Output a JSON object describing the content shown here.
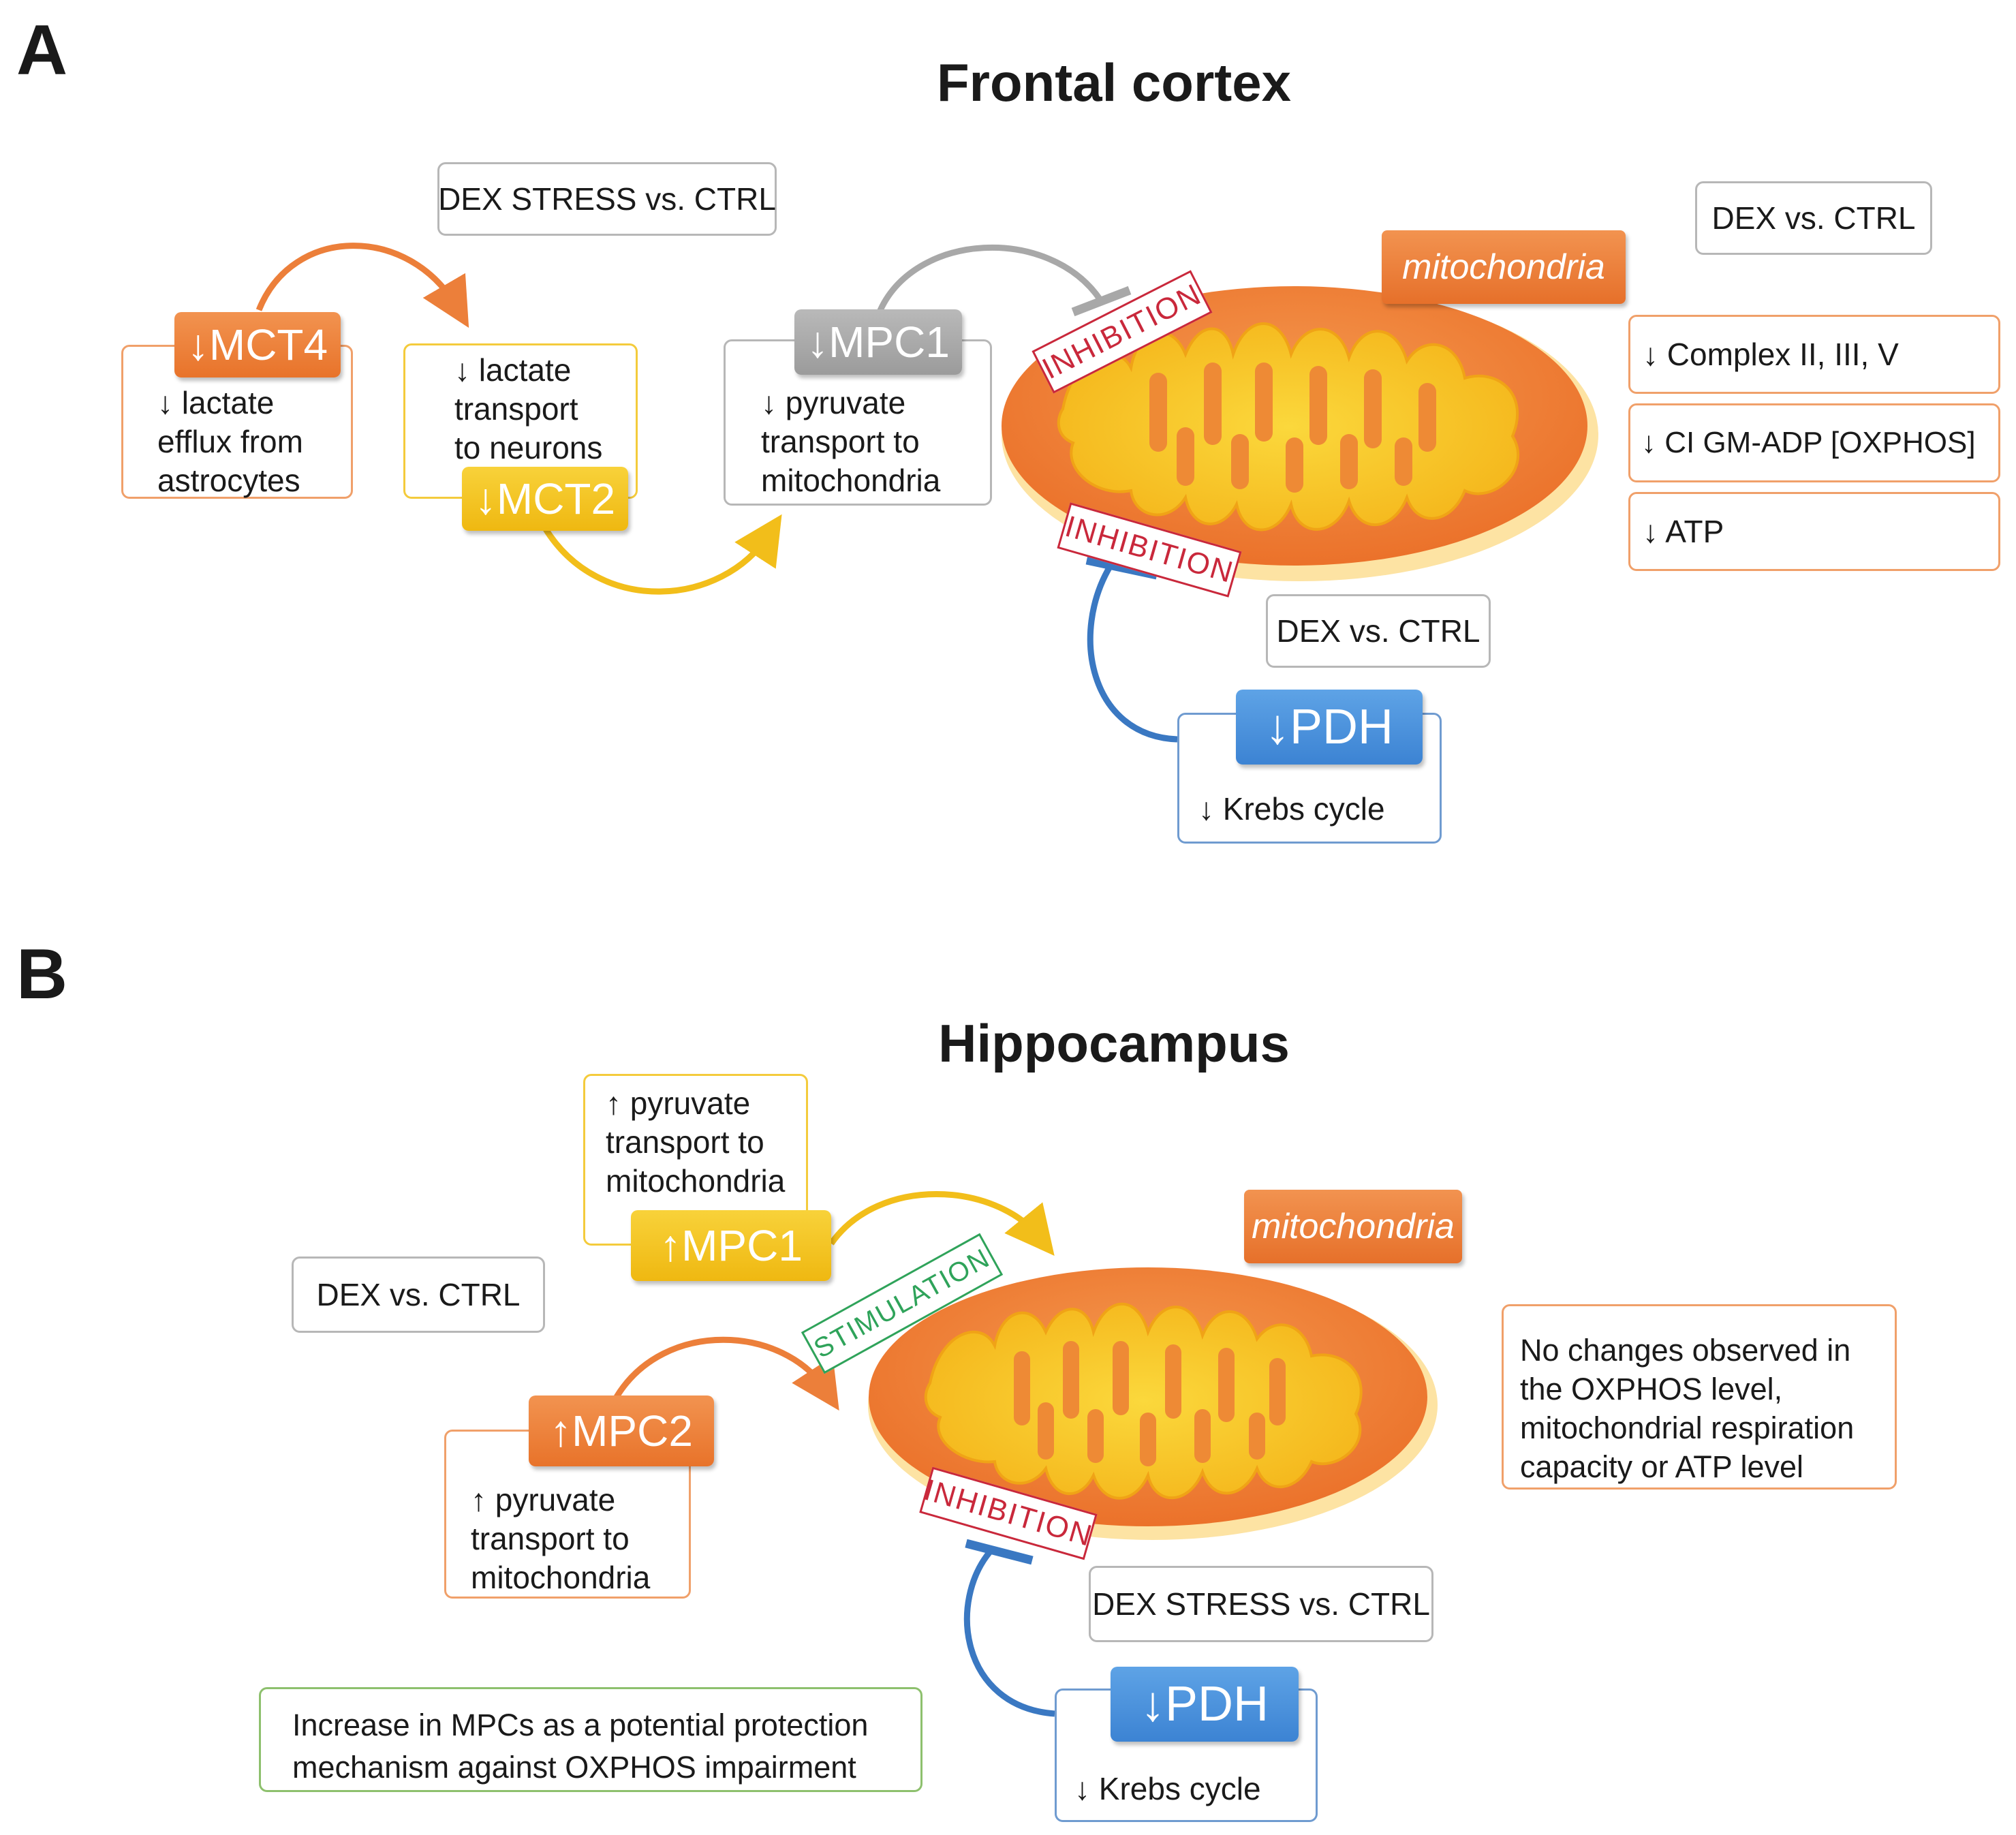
{
  "panel_a": {
    "letter": "A",
    "title": "Frontal cortex",
    "dex_stress_label": "DEX STRESS vs. CTRL",
    "dex_label_top": "DEX vs. CTRL",
    "dex_label_bottom": "DEX vs. CTRL",
    "mct4_tag": "↓MCT4",
    "mct4_text": "↓ lactate\nefflux from\nastrocytes",
    "mct2_tag": "↓MCT2",
    "mct2_text": "↓ lactate\ntransport\nto neurons",
    "mpc1_tag": "↓MPC1",
    "mpc1_text": "↓ pyruvate\ntransport to\nmitochondria",
    "mito_label": "mitochondria",
    "inhibition_top": "INHIBITION",
    "inhibition_bottom": "INHIBITION",
    "pdh_tag": "↓PDH",
    "pdh_text": "↓ Krebs cycle",
    "effects": [
      "↓ Complex II, III, V",
      "↓ CI GM-ADP [OXPHOS]",
      "↓ ATP"
    ]
  },
  "panel_b": {
    "letter": "B",
    "title": "Hippocampus",
    "dex_label": "DEX vs. CTRL",
    "dex_stress_label": "DEX STRESS vs. CTRL",
    "mpc1_tag": "↑MPC1",
    "mpc1_text": "↑ pyruvate\ntransport to\nmitochondria",
    "mpc2_tag": "↑MPC2",
    "mpc2_text": "↑ pyruvate\ntransport to\nmitochondria",
    "mito_label": "mitochondria",
    "stimulation": "STIMULATION",
    "inhibition": "INHIBITION",
    "pdh_tag": "↓PDH",
    "pdh_text": "↓ Krebs cycle",
    "no_changes_text": "No changes observed in\nthe OXPHOS level,\nmitochondrial respiration\ncapacity or ATP level",
    "protection_text": "Increase in MPCs as a potential protection\nmechanism against OXPHOS impairment"
  },
  "colors": {
    "orange": "#e8732a",
    "yellow": "#efb811",
    "gray": "#9b9b9b",
    "blue": "#3c83d3",
    "inhibition_red": "#c9283b",
    "stimulation_green": "#2fa35a",
    "mito_outer": "#ee7d33",
    "mito_inner": "#f6c21a"
  }
}
